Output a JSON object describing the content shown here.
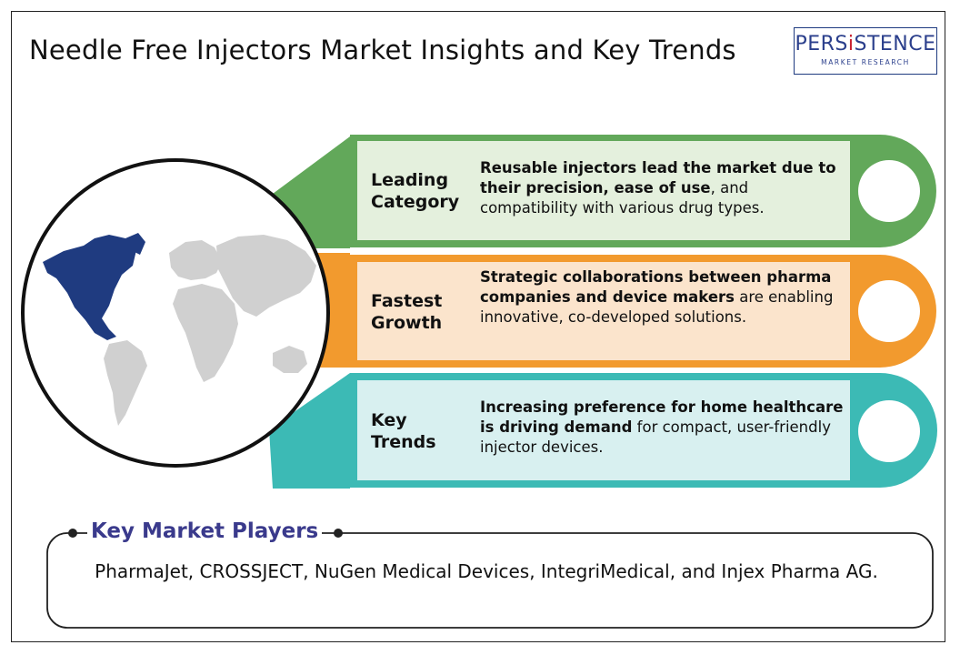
{
  "title": "Needle Free Injectors Market Insights and Key Trends",
  "logo": {
    "main_pre": "PERS",
    "main_accent": "i",
    "main_post": "STENCE",
    "sub": "MARKET RESEARCH"
  },
  "colors": {
    "green": "#62a85a",
    "green_light": "#e4f0dd",
    "orange": "#f29a2e",
    "orange_light": "#fbe4cc",
    "teal": "#3cbab5",
    "teal_light": "#d8f0f0",
    "map_highlight": "#1f3b80",
    "map_base": "#d0d0d0",
    "heading": "#3a3a8c"
  },
  "rows": [
    {
      "label_line1": "Leading",
      "label_line2": "Category",
      "bold_text": "Reusable injectors lead the market due to their precision, ease of use",
      "normal_text": ", and compatibility with various drug types."
    },
    {
      "label_line1": "Fastest",
      "label_line2": "Growth",
      "bold_text": "Strategic collaborations between pharma companies and device makers",
      "normal_text": " are enabling innovative, co-developed solutions."
    },
    {
      "label_line1": "Key",
      "label_line2": "Trends",
      "bold_text": "Increasing preference for home healthcare is driving demand",
      "normal_text": " for compact, user-friendly injector devices."
    }
  ],
  "players": {
    "heading": "Key Market Players",
    "text": "PharmaJet, CROSSJECT, NuGen Medical Devices, IntegriMedical, and Injex Pharma AG."
  }
}
